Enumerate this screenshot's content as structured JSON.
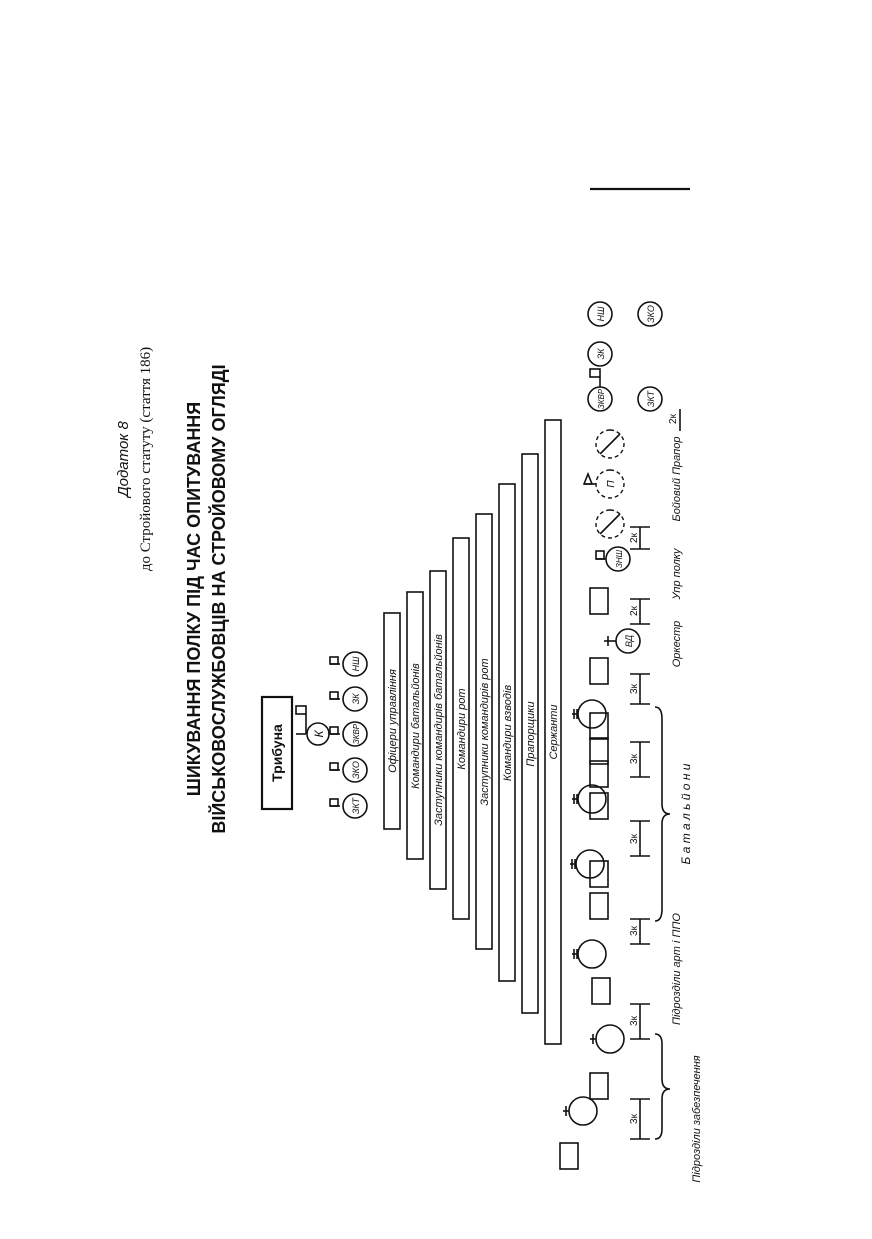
{
  "appendix": {
    "title": "Додаток 8",
    "subtitle": "до Стройового статуту (стаття 186)"
  },
  "heading": {
    "line1": "ШИКУВАННЯ ПОЛКУ ПІД ЧАС ОПИТУВАННЯ",
    "line2": "ВІЙСЬКОВОСЛУЖБОВЦІВ НА СТРОЙОВОМУ ОГЛЯДІ"
  },
  "tribune": {
    "label": "Трибуна"
  },
  "command": {
    "commander": "К",
    "deputies": [
      "ЗКТ",
      "ЗКО",
      "ЗКВР",
      "ЗК",
      "НШ"
    ]
  },
  "rows": [
    "Офіцери управління",
    "Командири батальйонів",
    "Заступники командирів батальйонів",
    "Командири рот",
    "Заступники командирів рот",
    "Командири взводів",
    "Прапорщики",
    "Сержанти"
  ],
  "units": {
    "support": "Підрозділи забезпечення",
    "artillery": "Підрозділи арт і ППО",
    "battalions": "Б а т а л ь й о н и",
    "orchestra": "Оркестр",
    "orchestra_leader": "ВД",
    "regiment_hq": "Упр полку",
    "regiment_hq_leader": "ЗНШ",
    "banner": "Бойовий Прапор",
    "banner_bearer": "П"
  },
  "spacing": {
    "three": "3к",
    "two": "2к"
  },
  "right_group": {
    "top": [
      "ЗКВР",
      "ЗК",
      "НШ"
    ],
    "bottom": [
      "ЗКТ",
      "ЗКО"
    ]
  }
}
